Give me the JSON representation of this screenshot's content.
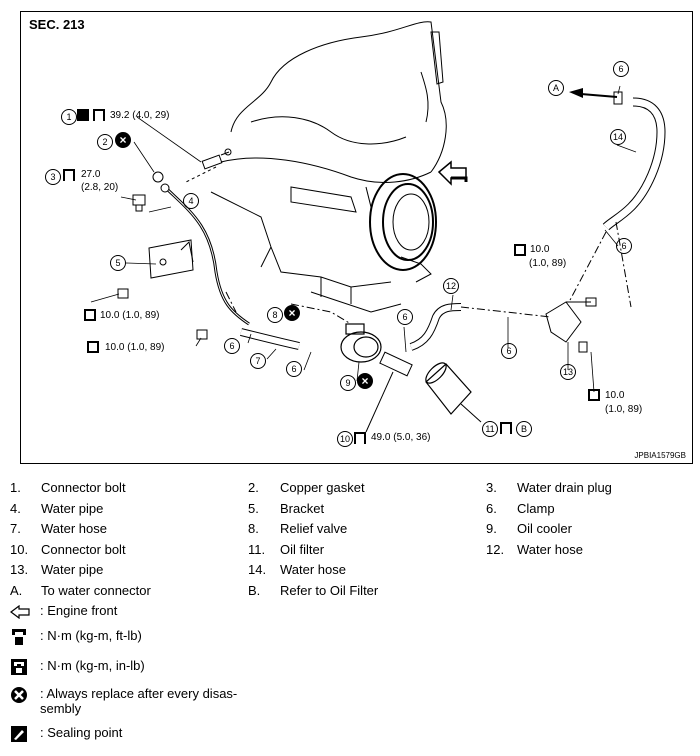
{
  "section": "SEC. 213",
  "figure_id": "JPBIA1579GB",
  "callouts": {
    "c1": "1",
    "c2": "2",
    "c3": "3",
    "c4": "4",
    "c5": "5",
    "c6": "6",
    "c7": "7",
    "c8": "8",
    "c9": "9",
    "c10": "10",
    "c11": "11",
    "c12": "12",
    "c13": "13",
    "c14": "14",
    "cA": "A",
    "cB": "B"
  },
  "torques": {
    "t1": "39.2 (4.0, 29)",
    "t3a": "27.0",
    "t3b": "(2.8, 20)",
    "t5": "10.0 (1.0, 89)",
    "t4": "10.0 (1.0, 89)",
    "t13a": "10.0",
    "t13b": "(1.0, 89)",
    "t13c": "10.0",
    "t13d": "(1.0, 89)",
    "t10": "49.0 (5.0, 36)"
  },
  "parts": [
    {
      "n": "1.",
      "t": "Connector bolt"
    },
    {
      "n": "2.",
      "t": "Copper gasket"
    },
    {
      "n": "3.",
      "t": "Water drain plug"
    },
    {
      "n": "4.",
      "t": "Water pipe"
    },
    {
      "n": "5.",
      "t": "Bracket"
    },
    {
      "n": "6.",
      "t": "Clamp"
    },
    {
      "n": "7.",
      "t": "Water hose"
    },
    {
      "n": "8.",
      "t": "Relief valve"
    },
    {
      "n": "9.",
      "t": "Oil cooler"
    },
    {
      "n": "10.",
      "t": "Connector bolt"
    },
    {
      "n": "11.",
      "t": "Oil filter"
    },
    {
      "n": "12.",
      "t": "Water hose"
    },
    {
      "n": "13.",
      "t": "Water pipe"
    },
    {
      "n": "14.",
      "t": "Water hose"
    },
    {
      "n": "A.",
      "t": "To water connector"
    },
    {
      "n": "B.",
      "t": "Refer to Oil Filter"
    }
  ],
  "symbols": {
    "engine_front": ": Engine front",
    "nm_ftlb": ": N·m (kg-m, ft-lb)",
    "nm_inlb": ": N·m (kg-m, in-lb)",
    "replace": ": Always replace after every disas-sembly",
    "sealing": ": Sealing point"
  }
}
